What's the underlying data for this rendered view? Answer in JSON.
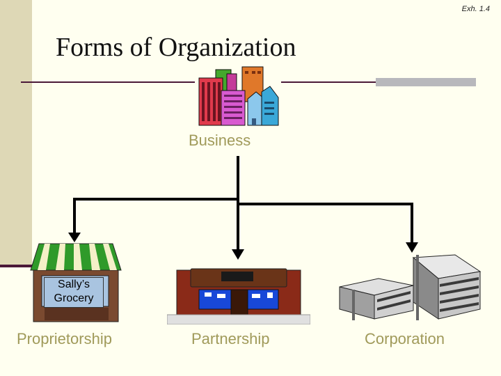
{
  "exhibit": "Exh. 1.4",
  "title": "Forms of Organization",
  "root": {
    "label": "Business",
    "icon": "city-buildings-icon"
  },
  "children": [
    {
      "label": "Proprietorship",
      "icon": "storefront-icon",
      "sign": [
        "Sally’s",
        "Grocery"
      ]
    },
    {
      "label": "Partnership",
      "icon": "brick-shop-icon"
    },
    {
      "label": "Corporation",
      "icon": "office-building-icon"
    }
  ],
  "colors": {
    "label": "#a09a5a",
    "accent_band": "#ded8b6",
    "rule": "#4a1838",
    "connector": "#000000"
  }
}
